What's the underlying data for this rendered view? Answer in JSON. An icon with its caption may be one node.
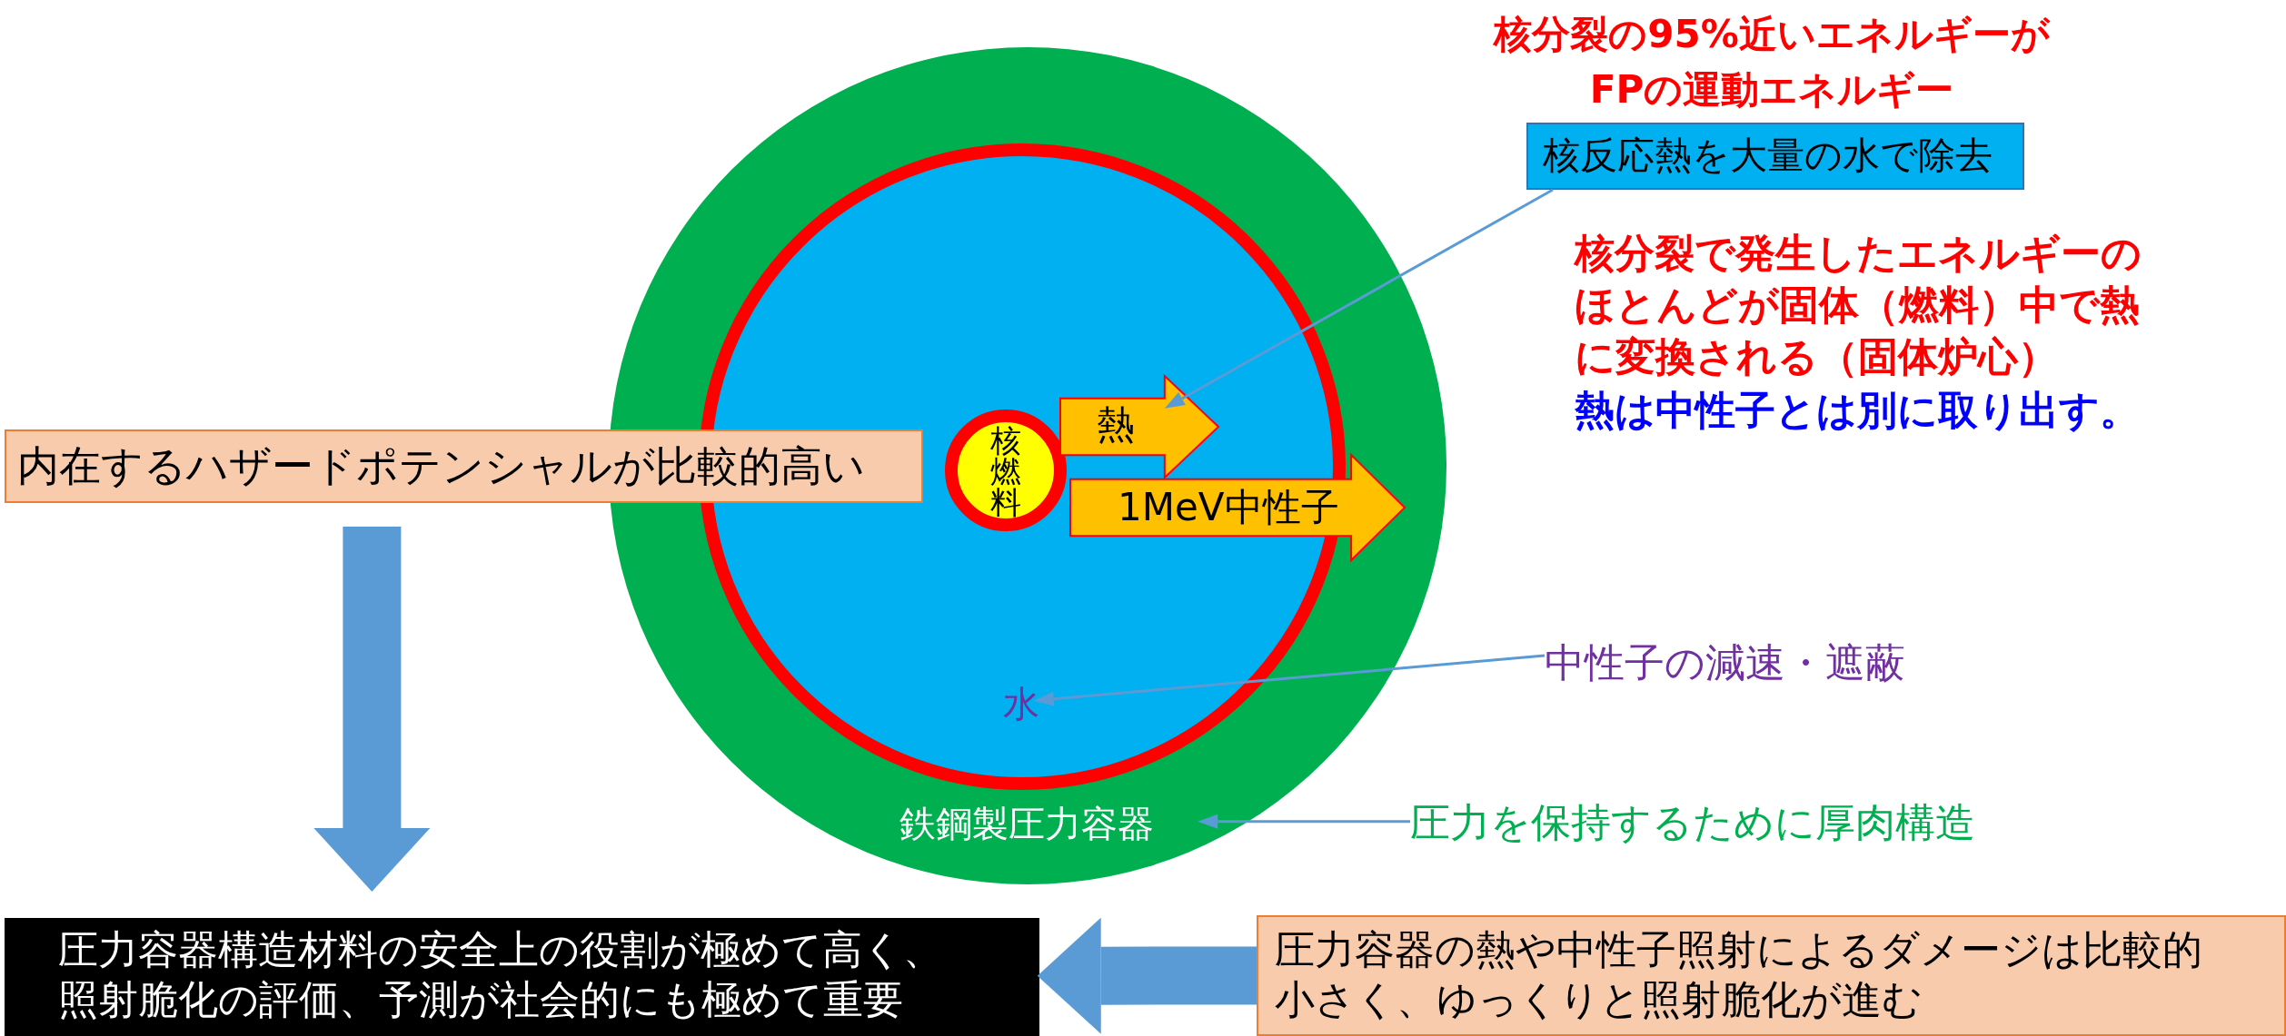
{
  "diagram": {
    "nodes": [
      {
        "text": [
          "鉄鋼製圧力容器"
        ]
      },
      {
        "text": [
          "水"
        ],
        "in": 0
      },
      {
        "text": [
          "核燃料"
        ],
        "in": 1
      },
      {
        "text": [
          "熱"
        ],
        "in": 1
      },
      {
        "text": [
          "1MeV中性子"
        ],
        "in": 0
      },
      {
        "text": [
          "核反応熱を大量の水で除去"
        ]
      },
      {
        "text": [
          "中性子の減速・遮蔽"
        ]
      },
      {
        "text": [
          "圧力を保持するために厚肉構造"
        ]
      },
      {
        "text": [
          "内在するハザードポテンシャルが比較的高い"
        ]
      },
      {
        "text": [
          "圧力容器構造材料の安全上の役割が極めて高く、照射脆化の評価、予測が社会的にも極めて重要"
        ]
      },
      {
        "text": [
          "圧力容器の熱や中性子照射によるダメージは比較的小さく、ゆっくりと照射脆化が進む"
        ]
      }
    ],
    "edges": [
      {
        "from": 5,
        "to": 3,
        "arrow": "to"
      },
      {
        "from": 6,
        "to": 1,
        "arrow": "to"
      },
      {
        "from": 7,
        "to": 0,
        "arrow": "to"
      },
      {
        "from": 8,
        "to": 9,
        "arrow": "to",
        "style": "thick"
      },
      {
        "from": 10,
        "to": 9,
        "arrow": "to",
        "style": "thick"
      }
    ],
    "labels": [
      "核分裂の95%近いエネルギーがFPの運動エネルギー",
      "核分裂で発生したエネルギーのほとんどが固体（燃料）中で熱に変換される（固体炉心）",
      "熱は中性子とは別に取り出す。"
    ]
  }
}
